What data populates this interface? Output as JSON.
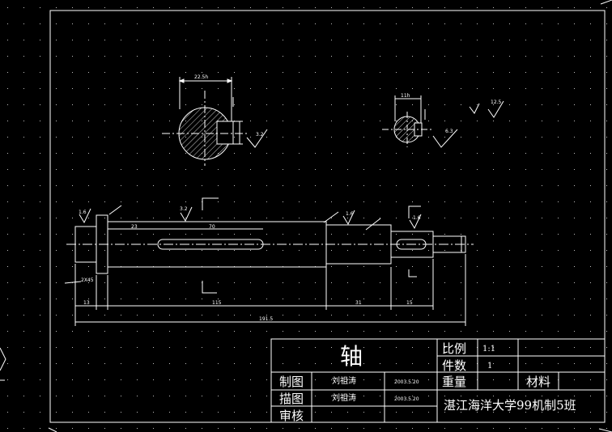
{
  "colors": {
    "background": "#000000",
    "lines": "#ffffff",
    "grid": "#bfbfbf"
  },
  "drawing": {
    "part_name": "轴",
    "ratio_label": "比例",
    "ratio_value": "1:1",
    "qty_label": "件数",
    "qty_value": "1",
    "weight_label": "重量",
    "material_label": "材料",
    "drafted_label": "制图",
    "traced_label": "描图",
    "checked_label": "审核",
    "drafted_by": "刘祖涛",
    "traced_by": "刘祖涛",
    "drafted_date": "2003.5.20",
    "traced_date": "2003.5.20",
    "org": "湛江海洋大学99机制5班"
  },
  "dims": {
    "d_sec1": "22.5h",
    "d_sec2": "11h",
    "rough_12": "12.5",
    "rough_16a": "1.6",
    "rough_32a": "3.2",
    "rough_32b": "3.2",
    "rough_16b": "1.6",
    "rough_16c": "1.6",
    "rough_63": "6.3",
    "len_13a": "13",
    "len_115": "115",
    "len_31": "31",
    "len_15": "15",
    "len_1915": "191.5",
    "len_23": "23",
    "len_70": "70",
    "chamfer": "2X45"
  }
}
